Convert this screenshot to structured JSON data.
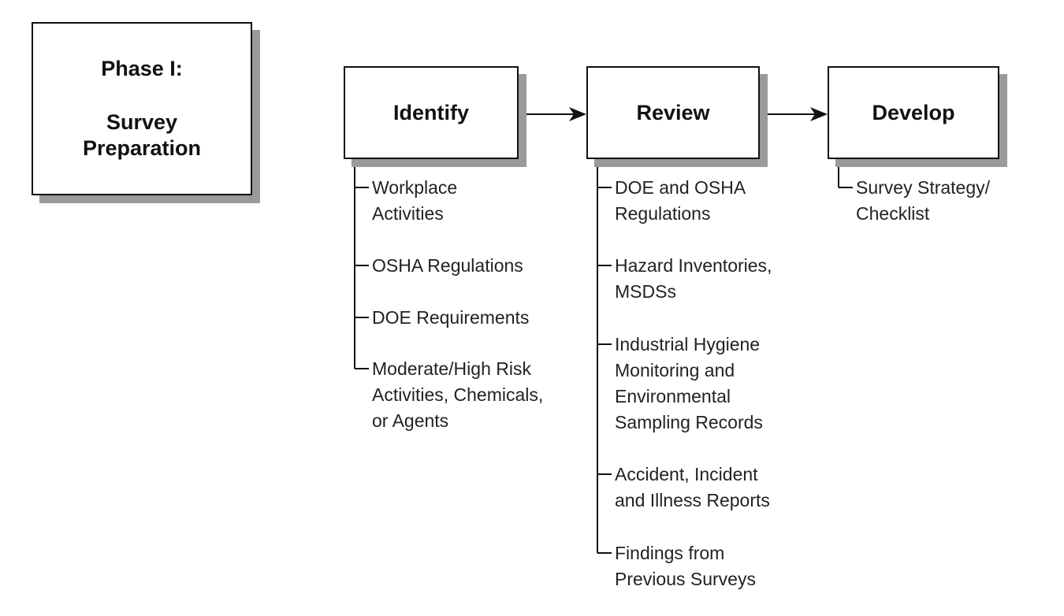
{
  "phase": {
    "title": "Phase I:",
    "subtitle": "Survey\nPreparation"
  },
  "steps": [
    {
      "label": "Identify",
      "items": [
        "Workplace\nActivities",
        "OSHA Regulations",
        "DOE Requirements",
        "Moderate/High Risk\nActivities, Chemicals,\nor Agents"
      ]
    },
    {
      "label": "Review",
      "items": [
        "DOE and OSHA\nRegulations",
        "Hazard Inventories,\nMSDSs",
        "Industrial Hygiene\nMonitoring and\nEnvironmental\nSampling Records",
        "Accident, Incident\nand Illness Reports",
        "Findings from\nPrevious Surveys"
      ]
    },
    {
      "label": "Develop",
      "items": [
        "Survey Strategy/\nChecklist"
      ]
    }
  ],
  "colors": {
    "line": "#111111",
    "shadow": "#9a9a9a",
    "text": "#222222"
  }
}
